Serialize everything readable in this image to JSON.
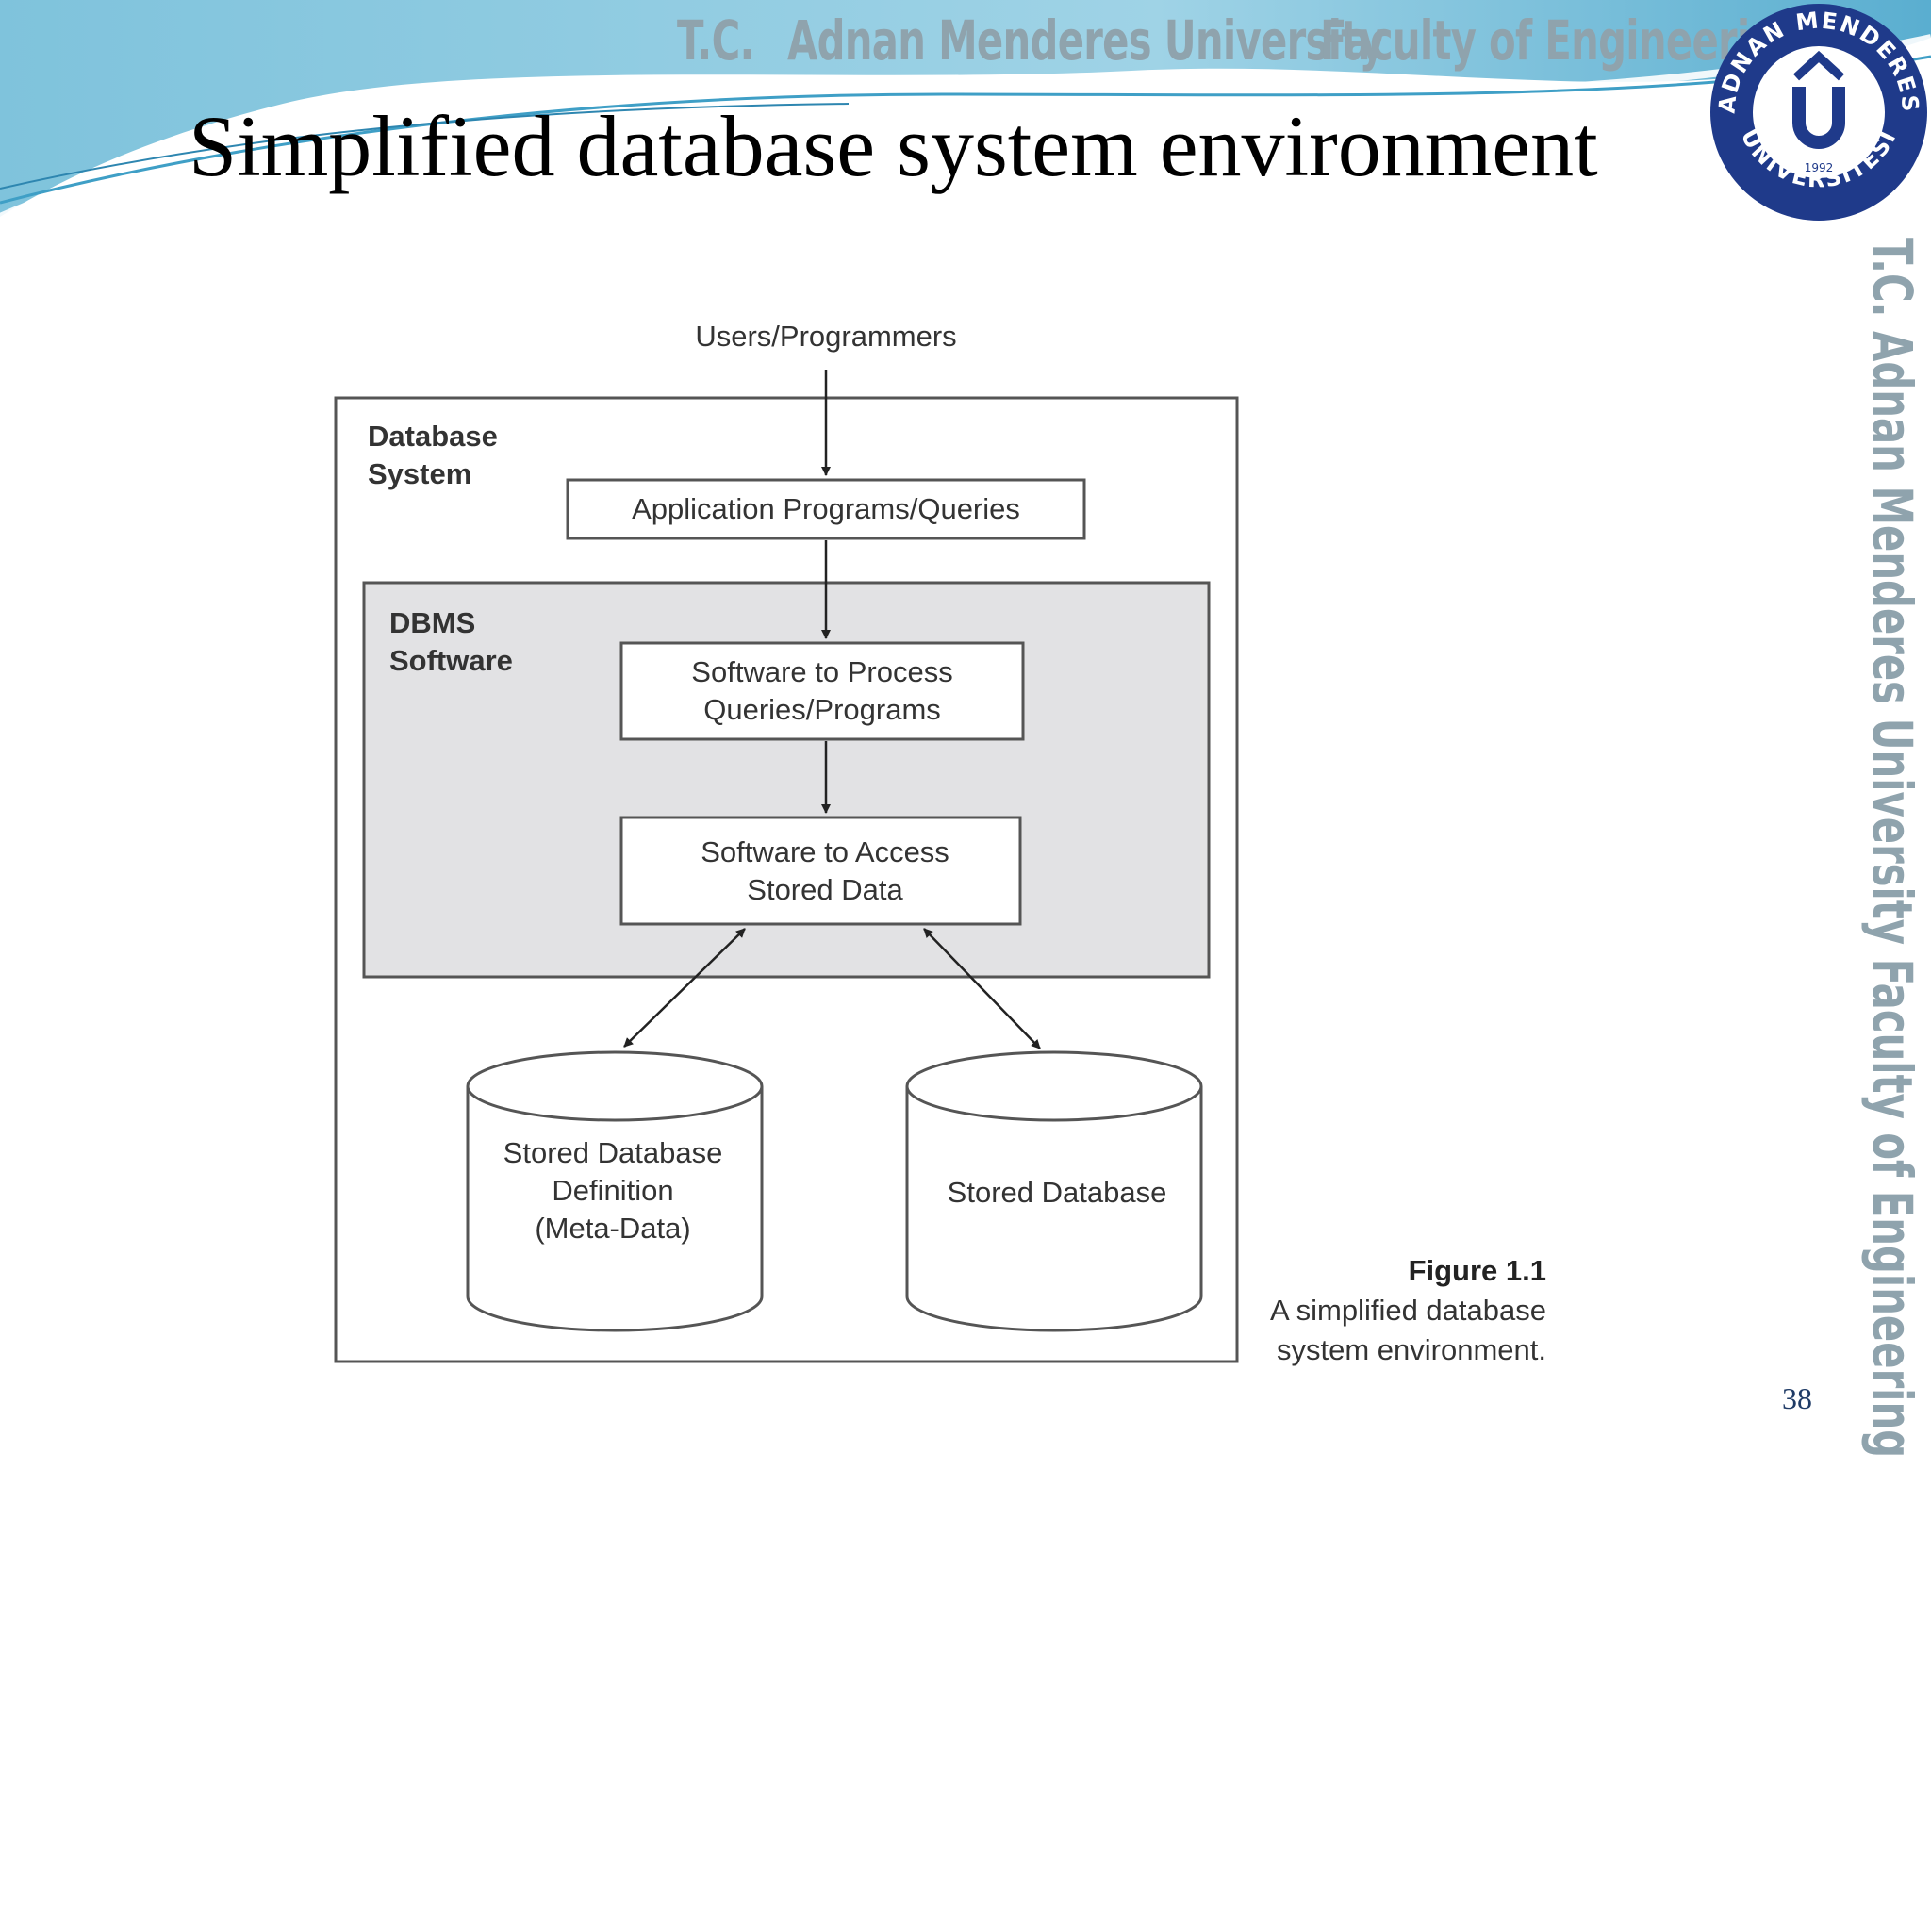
{
  "header": {
    "institution_tc": "T.C.",
    "university": "Adnan Menderes University",
    "faculty": "Faculty of Engineering"
  },
  "side_banner": "T.C.   Adnan Menderes University   Faculty of Engineering",
  "logo": {
    "ring_text_top": "ADNAN MENDERES",
    "ring_text_bottom": "ÜNIVERSITESI",
    "year": "1992",
    "colors": {
      "primary": "#1f3a8a",
      "ring": "#ffffff"
    }
  },
  "slide_title": "Simplified database system environment",
  "diagram": {
    "users_label": "Users/Programmers",
    "database_system_label": [
      "Database",
      "System"
    ],
    "app_programs_label": "Application Programs/Queries",
    "dbms_label": [
      "DBMS",
      "Software"
    ],
    "process_label": [
      "Software to Process",
      "Queries/Programs"
    ],
    "access_label": [
      "Software to Access",
      "Stored Data"
    ],
    "metadata_db_label": [
      "Stored Database",
      "Definition",
      "(Meta-Data)"
    ],
    "stored_db_label": "Stored Database",
    "colors": {
      "dbms_fill": "#e2e2e4",
      "stroke": "#333333"
    }
  },
  "caption": {
    "figure": "Figure 1.1",
    "lines": [
      "A simplified database",
      "system environment."
    ]
  },
  "page_number": "38"
}
